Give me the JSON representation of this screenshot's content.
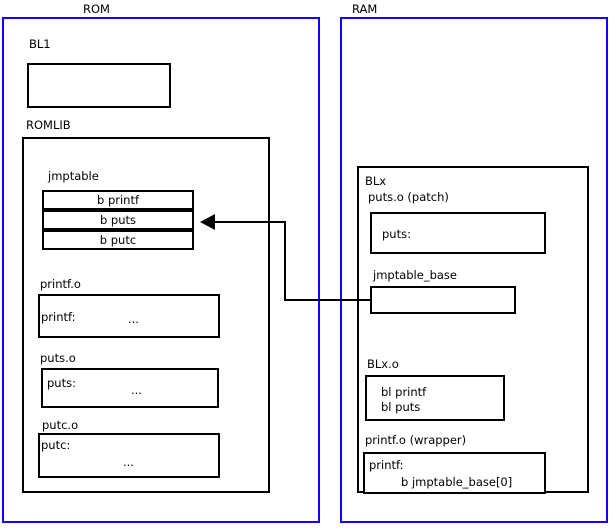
{
  "regions": {
    "rom": {
      "label": "ROM"
    },
    "ram": {
      "label": "RAM"
    }
  },
  "rom_contents": {
    "bl1": {
      "label": "BL1"
    },
    "romlib": {
      "label": "ROMLIB",
      "jmptable": {
        "label": "jmptable",
        "entries": [
          "b printf",
          "b puts",
          "b putc"
        ]
      },
      "objects": [
        {
          "label": "printf.o",
          "symbol": "printf:",
          "body": "..."
        },
        {
          "label": "puts.o",
          "symbol": "puts:",
          "body": "..."
        },
        {
          "label": "putc.o",
          "symbol": "putc:",
          "body": "..."
        }
      ]
    }
  },
  "ram_contents": {
    "blx": {
      "label": "BLx",
      "patch": {
        "label": "puts.o (patch)",
        "symbol": "puts:"
      },
      "jmptable_base": {
        "label": "jmptable_base"
      },
      "blx_o": {
        "label": "BLx.o",
        "line1": "bl printf",
        "line2": "bl puts"
      },
      "printf_wrapper": {
        "label": "printf.o (wrapper)",
        "symbol": "printf:",
        "instruction": "b jmptable_base[0]"
      }
    }
  },
  "connector": {
    "name": "jmptable-base-to-b-puts-arrow",
    "from": "jmptable_base",
    "to": "b puts"
  },
  "colors": {
    "region_border": "#1400ff",
    "box_border": "#000000",
    "background": "#ffffff",
    "text": "#000000"
  }
}
